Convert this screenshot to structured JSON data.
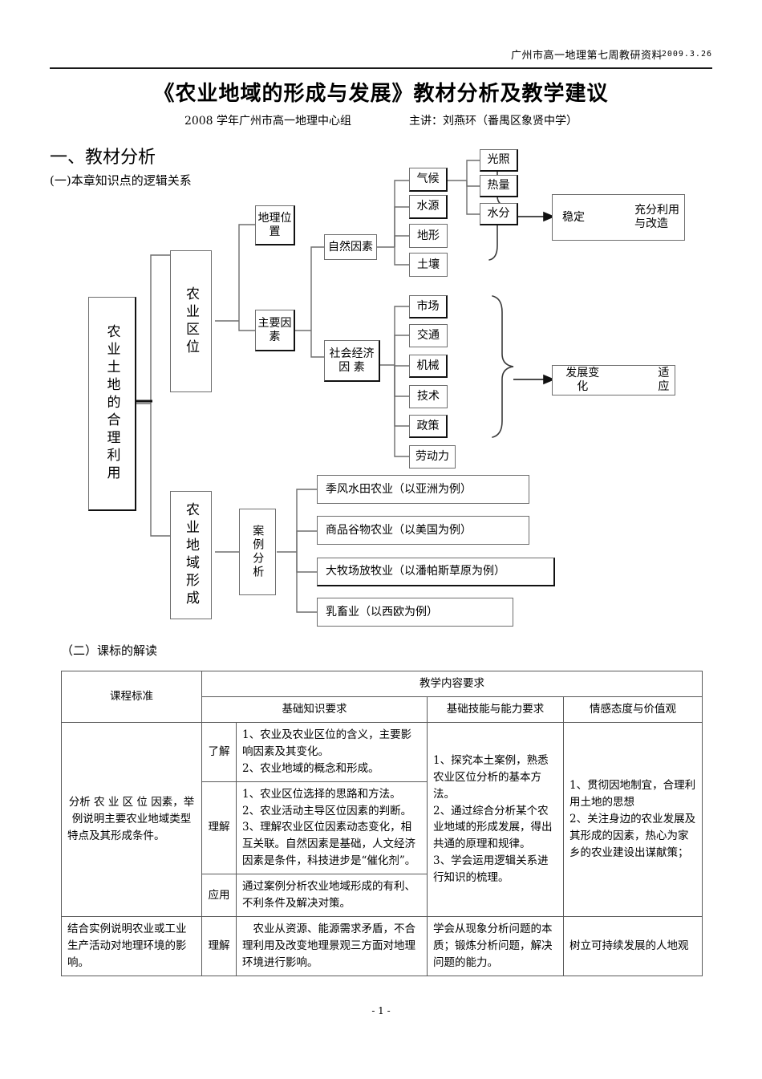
{
  "header": {
    "source": "广州市高一地理第七周教研资料",
    "date": "2009.3.26"
  },
  "title": "《农业地域的形成与发展》教材分析及教学建议",
  "byline": {
    "left": "2008 学年广州市高一地理中心组",
    "right": "主讲：刘燕环（番禺区象贤中学）"
  },
  "sections": {
    "h1": "一、教材分析",
    "h2_a": "(一)本章知识点的逻辑关系",
    "h2_b": "（二）课标的解读"
  },
  "diagram": {
    "root": "农业土地的合理利用",
    "branch_location": "农业区位",
    "branch_region": "农业地域形成",
    "geo_position": "地理位置",
    "main_factors": "主要因素",
    "natural_factors": "自然因素",
    "socio_factors_line1": "社会经济",
    "socio_factors_line2": "因    素",
    "natural_children": [
      "气候",
      "水源",
      "地形",
      "土壤"
    ],
    "climate_children": [
      "光照",
      "热量",
      "水分"
    ],
    "socio_children": [
      "市场",
      "交通",
      "机械",
      "技术",
      "政策",
      "劳动力"
    ],
    "outcome_stable": "稳定",
    "outcome_stable_result_line1": "充分利用",
    "outcome_stable_result_line2": "与改造",
    "outcome_change": "发展变化",
    "outcome_change_result": "适应",
    "case_label": "案例分析",
    "cases": [
      "季风水田农业（以亚洲为例）",
      "商品谷物农业（以美国为例）",
      "大牧场放牧业（以潘帕斯草原为例）",
      "乳畜业（以西欧为例）"
    ]
  },
  "table": {
    "col_standard": "课程标准",
    "col_group": "教学内容要求",
    "col_knowledge": "基础知识要求",
    "col_skill": "基础技能与能力要求",
    "col_attitude": "情感态度与价值观",
    "rows": [
      {
        "standard": "分析 农 业 区 位 因素，举例说明主要农业地域类型特点及其形成条件。",
        "levels": [
          {
            "level": "了解",
            "knowledge": "1、农业及农业区位的含义，主要影响因素及其变化。\n2、农业地域的概念和形成。"
          },
          {
            "level": "理解",
            "knowledge": "1、农业区位选择的思路和方法。\n2、农业活动主导区位因素的判断。\n3、理解农业区位因素动态变化，相互关联。自然因素是基础，人文经济因素是条件，科技进步是“催化剂”。"
          },
          {
            "level": "应用",
            "knowledge": "通过案例分析农业地域形成的有利、不利条件及解决对策。"
          }
        ],
        "skill": "1、探究本土案例，熟悉农业区位分析的基本方法。\n2、通过综合分析某个农业地域的形成发展，得出共通的原理和规律。\n3、学会运用逻辑关系进行知识的梳理。",
        "attitude": "1、贯彻因地制宜，合理利用土地的思想\n2、关注身边的农业发展及其形成的因素，热心为家乡的农业建设出谋献策；"
      },
      {
        "standard": "结合实例说明农业或工业生产活动对地理环境的影响。",
        "levels": [
          {
            "level": "理解",
            "knowledge": "　农业从资源、能源需求矛盾，不合理利用及改变地理景观三方面对地理环境进行影响。"
          }
        ],
        "skill": "学会从现象分析问题的本质；锻炼分析问题，解决问题的能力。",
        "attitude": "树立可持续发展的人地观"
      }
    ]
  },
  "page_number": "- 1 -"
}
